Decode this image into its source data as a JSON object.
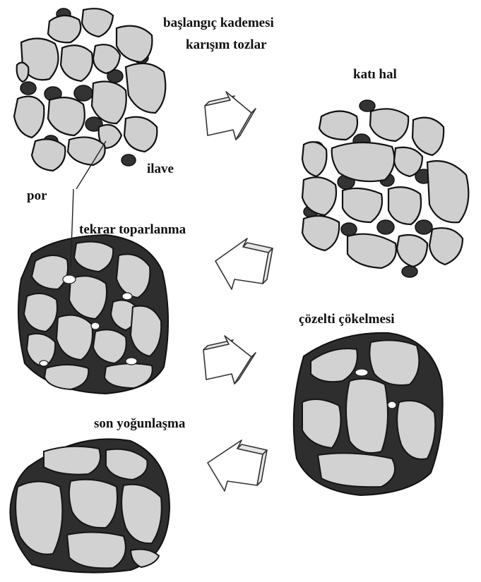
{
  "labels": {
    "stage_start_line1": "başlangıç kademesi",
    "stage_start_line2": "karışım tozlar",
    "solid_state": "katı hal",
    "additive": "ilave",
    "pore": "por",
    "rearrangement": "tekrar toparlanma",
    "solution_precipitation": "çözelti çökelmesi",
    "final_densification": "son yoğunlaşma"
  },
  "colors": {
    "grain": "#cfcfcf",
    "liquid_phase": "#2e2e2e",
    "outline": "#111111",
    "arrow_fill": "#ffffff"
  },
  "icons": [
    "arrow-right-down-icon",
    "arrow-left-down-icon"
  ]
}
